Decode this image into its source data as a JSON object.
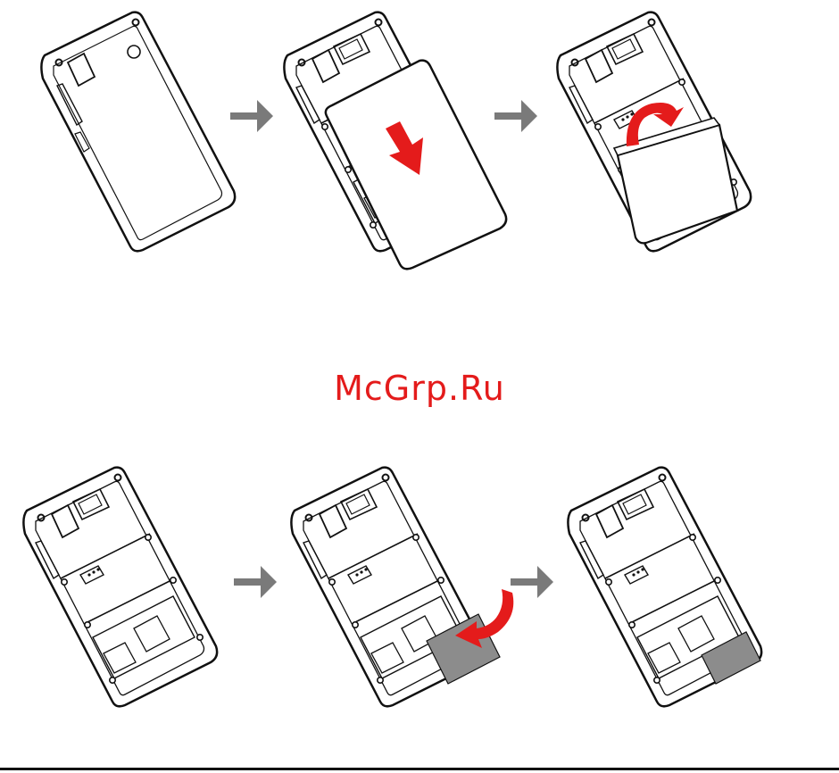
{
  "watermark": {
    "text": "McGrp.Ru"
  },
  "colors": {
    "outline": "#111111",
    "arrow_gray": "#7a7a7a",
    "action_red": "#e41b1b",
    "card_gray": "#8c8c8c",
    "background": "#ffffff"
  },
  "steps_top": [
    {
      "state": "back-cover-attached"
    },
    {
      "state": "cover-sliding-off",
      "action_icon": "down-arrow-icon"
    },
    {
      "state": "battery-lifting",
      "action_icon": "curved-arrow-icon"
    }
  ],
  "steps_bottom": [
    {
      "state": "empty-battery-compartment"
    },
    {
      "state": "sim-inserting",
      "action_icon": "insert-arrow-icon"
    },
    {
      "state": "sim-inserted"
    }
  ],
  "transition_icons": [
    "next-step-arrow-icon",
    "next-step-arrow-icon",
    "next-step-arrow-icon",
    "next-step-arrow-icon"
  ]
}
